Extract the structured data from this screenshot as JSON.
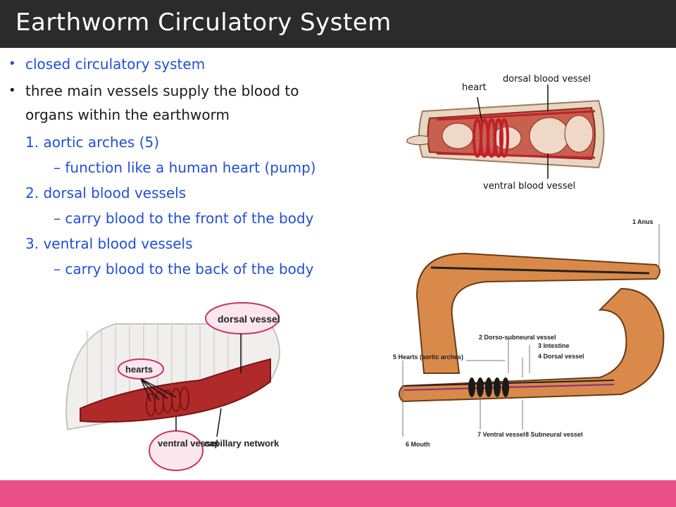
{
  "slide": {
    "title": "Earthworm Circulatory System",
    "bullets": [
      {
        "text": "closed circulatory system"
      },
      {
        "text": "three main vessels supply the blood to",
        "continuation": "organs within the earthworm"
      }
    ],
    "subitems": [
      {
        "text": "1. aortic arches (5)"
      },
      {
        "text": "– function like a human heart (pump)"
      },
      {
        "text": "2. dorsal blood vessels"
      },
      {
        "text": "– carry blood to the front of the body"
      },
      {
        "text": "3. ventral blood vessels"
      },
      {
        "text": "– carry blood to the back of the body"
      }
    ]
  },
  "figure_top_right": {
    "labels": {
      "heart": "heart",
      "dorsal": "dorsal blood vessel",
      "ventral": "ventral blood vessel"
    }
  },
  "figure_bottom_left": {
    "labels": {
      "dorsal": "dorsal vessel",
      "hearts": "hearts",
      "ventral": "ventral vessel",
      "capillary": "capillary network"
    }
  },
  "figure_bottom_right": {
    "labels": {
      "anus": "1 Anus",
      "dorso": "2 Dorso-subneural vessel",
      "intestine": "3 Intestine",
      "dorsal": "4 Dorsal vessel",
      "hearts": "5 Hearts (aortic arches)",
      "mouth": "6 Mouth",
      "ventral": "7 Ventral vessel",
      "subneural": "8 Subneural vessel"
    }
  },
  "colors": {
    "title_bar": "#2b2b2b",
    "bullet_blue": "#1f4fd6",
    "footer_bar": "#ea4f86",
    "worm_flesh": "#d98a4a",
    "vessel_red": "#c0202a"
  }
}
